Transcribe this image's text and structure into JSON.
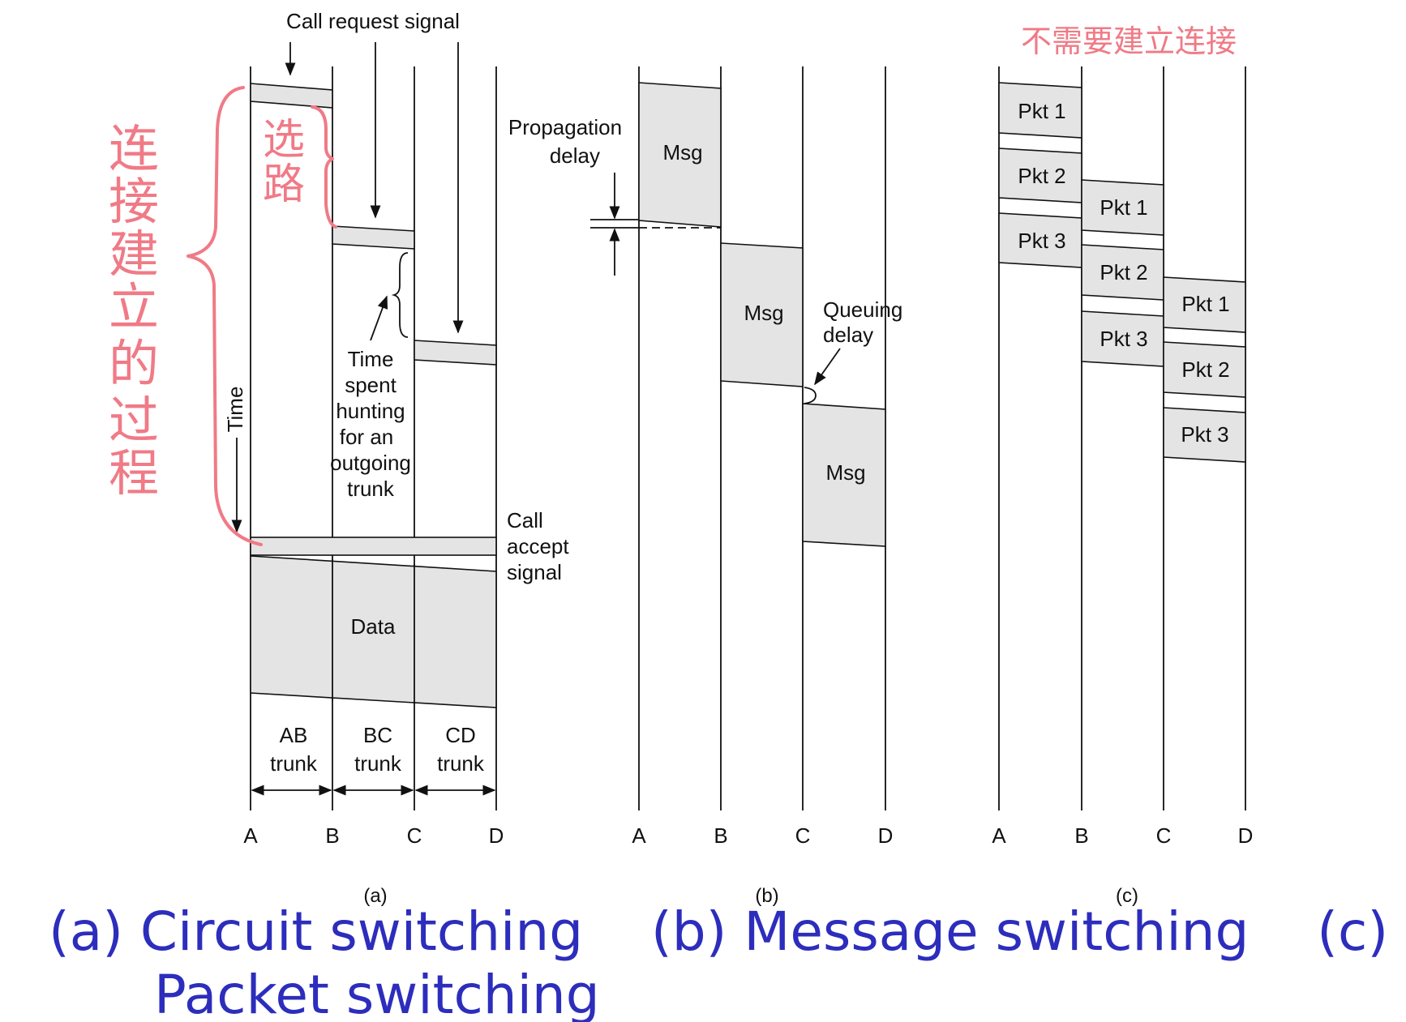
{
  "panel_a": {
    "call_request_signal": "Call request signal",
    "time_label": "Time",
    "time_spent_lines": [
      "Time",
      "spent",
      "hunting",
      "for an",
      "outgoing",
      "trunk"
    ],
    "call_accept_lines": [
      "Call",
      "accept",
      "signal"
    ],
    "data_label": "Data",
    "trunk_labels": [
      [
        "AB",
        "trunk"
      ],
      [
        "BC",
        "trunk"
      ],
      [
        "CD",
        "trunk"
      ]
    ],
    "nodes": [
      "A",
      "B",
      "C",
      "D"
    ],
    "sublabel": "(a)"
  },
  "panel_b": {
    "propagation_delay_lines": [
      "Propagation",
      "delay"
    ],
    "msg_label": "Msg",
    "queuing_delay_lines": [
      "Queuing",
      "delay"
    ],
    "nodes": [
      "A",
      "B",
      "C",
      "D"
    ],
    "sublabel": "(b)"
  },
  "panel_c": {
    "packets": [
      "Pkt 1",
      "Pkt 2",
      "Pkt 3"
    ],
    "nodes": [
      "A",
      "B",
      "C",
      "D"
    ],
    "sublabel": "(c)"
  },
  "annotations": {
    "setup_process": "连接建立的过程",
    "route_selection": "选路",
    "no_connection_needed": "不需要建立连接"
  },
  "caption": {
    "line1": "(a) Circuit switching    (b) Message switching    (c)",
    "line2": "Packet switching"
  }
}
